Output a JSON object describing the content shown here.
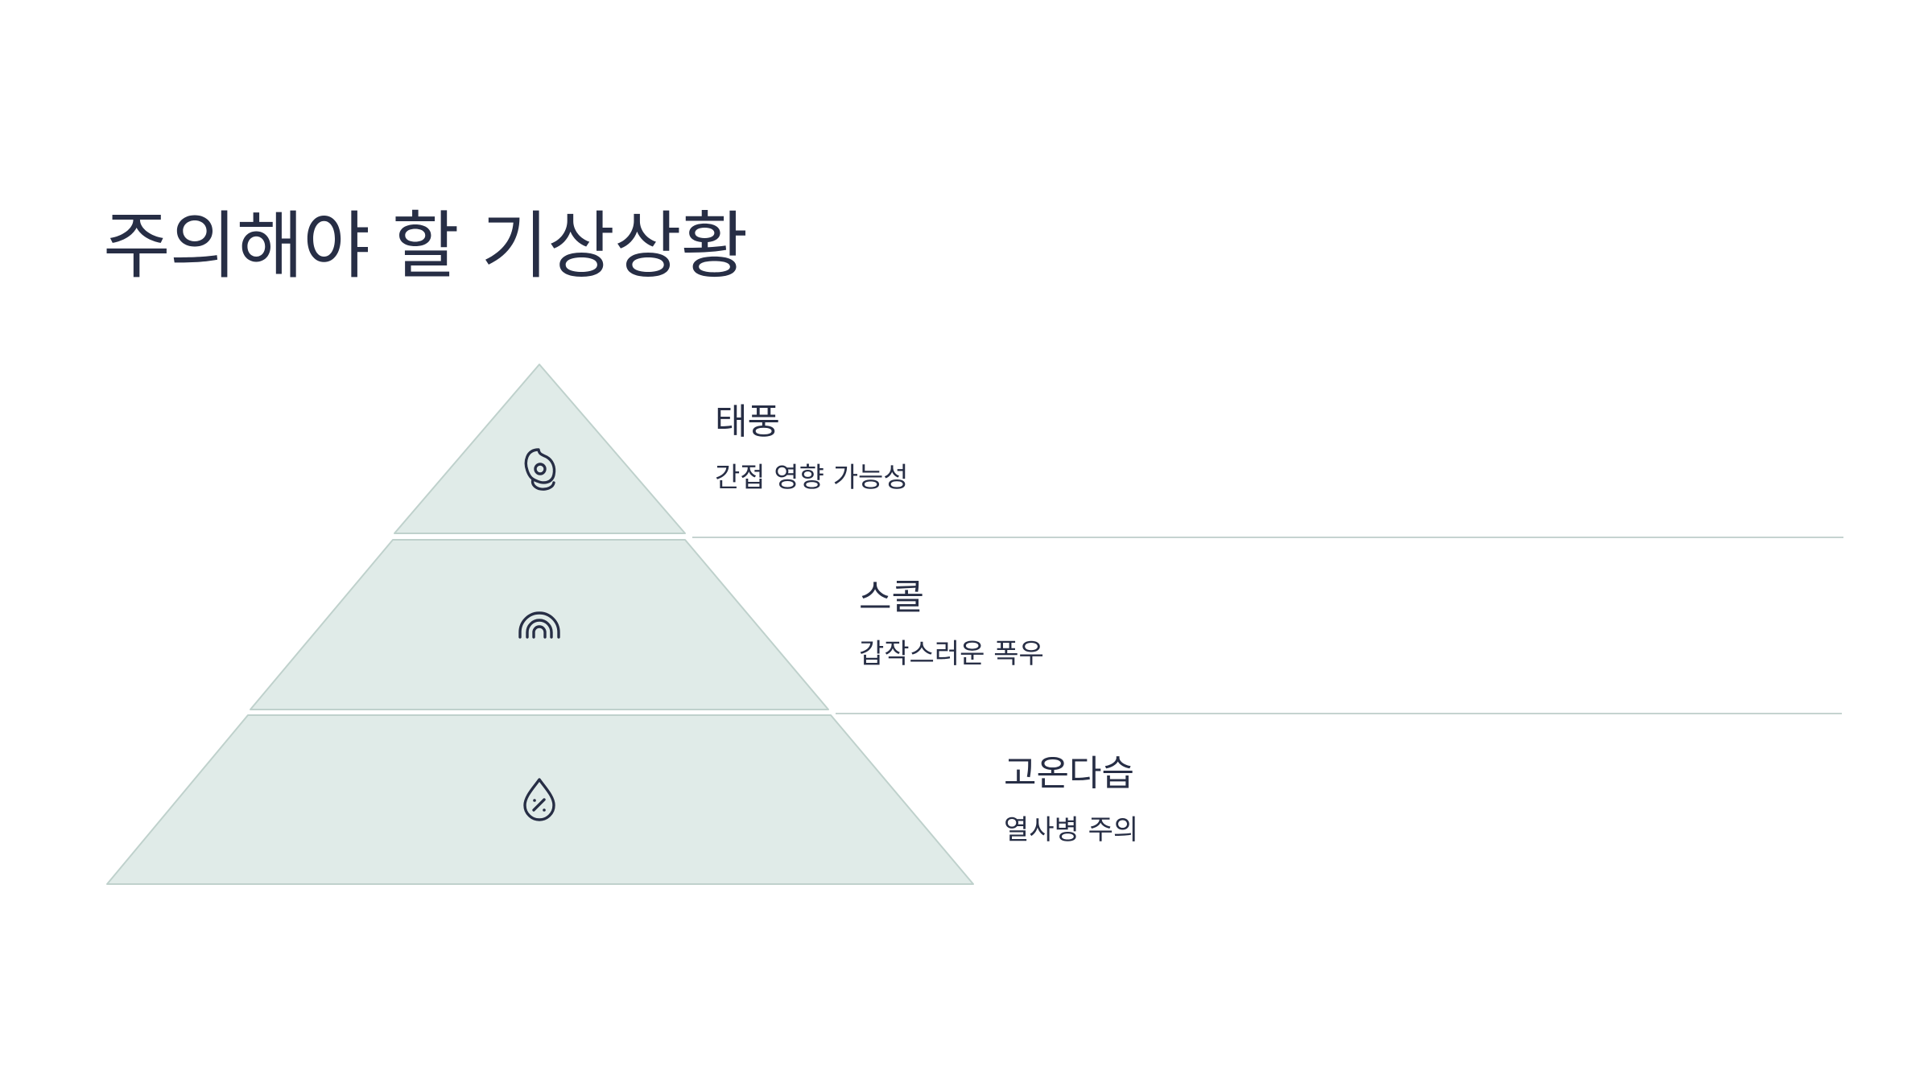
{
  "title": "주의해야 할 기상상황",
  "colors": {
    "text": "#272e45",
    "fill": "#e0ebe8",
    "stroke": "#bfd1cc",
    "divider": "#c5d3d0",
    "icon": "#272e45"
  },
  "levels": [
    {
      "title": "태풍",
      "description": "간접 영향 가능성",
      "icon": "typhoon-icon"
    },
    {
      "title": "스콜",
      "description": "갑작스러운 폭우",
      "icon": "rainbow-icon"
    },
    {
      "title": "고온다습",
      "description": "열사병 주의",
      "icon": "humidity-drop-icon"
    }
  ]
}
